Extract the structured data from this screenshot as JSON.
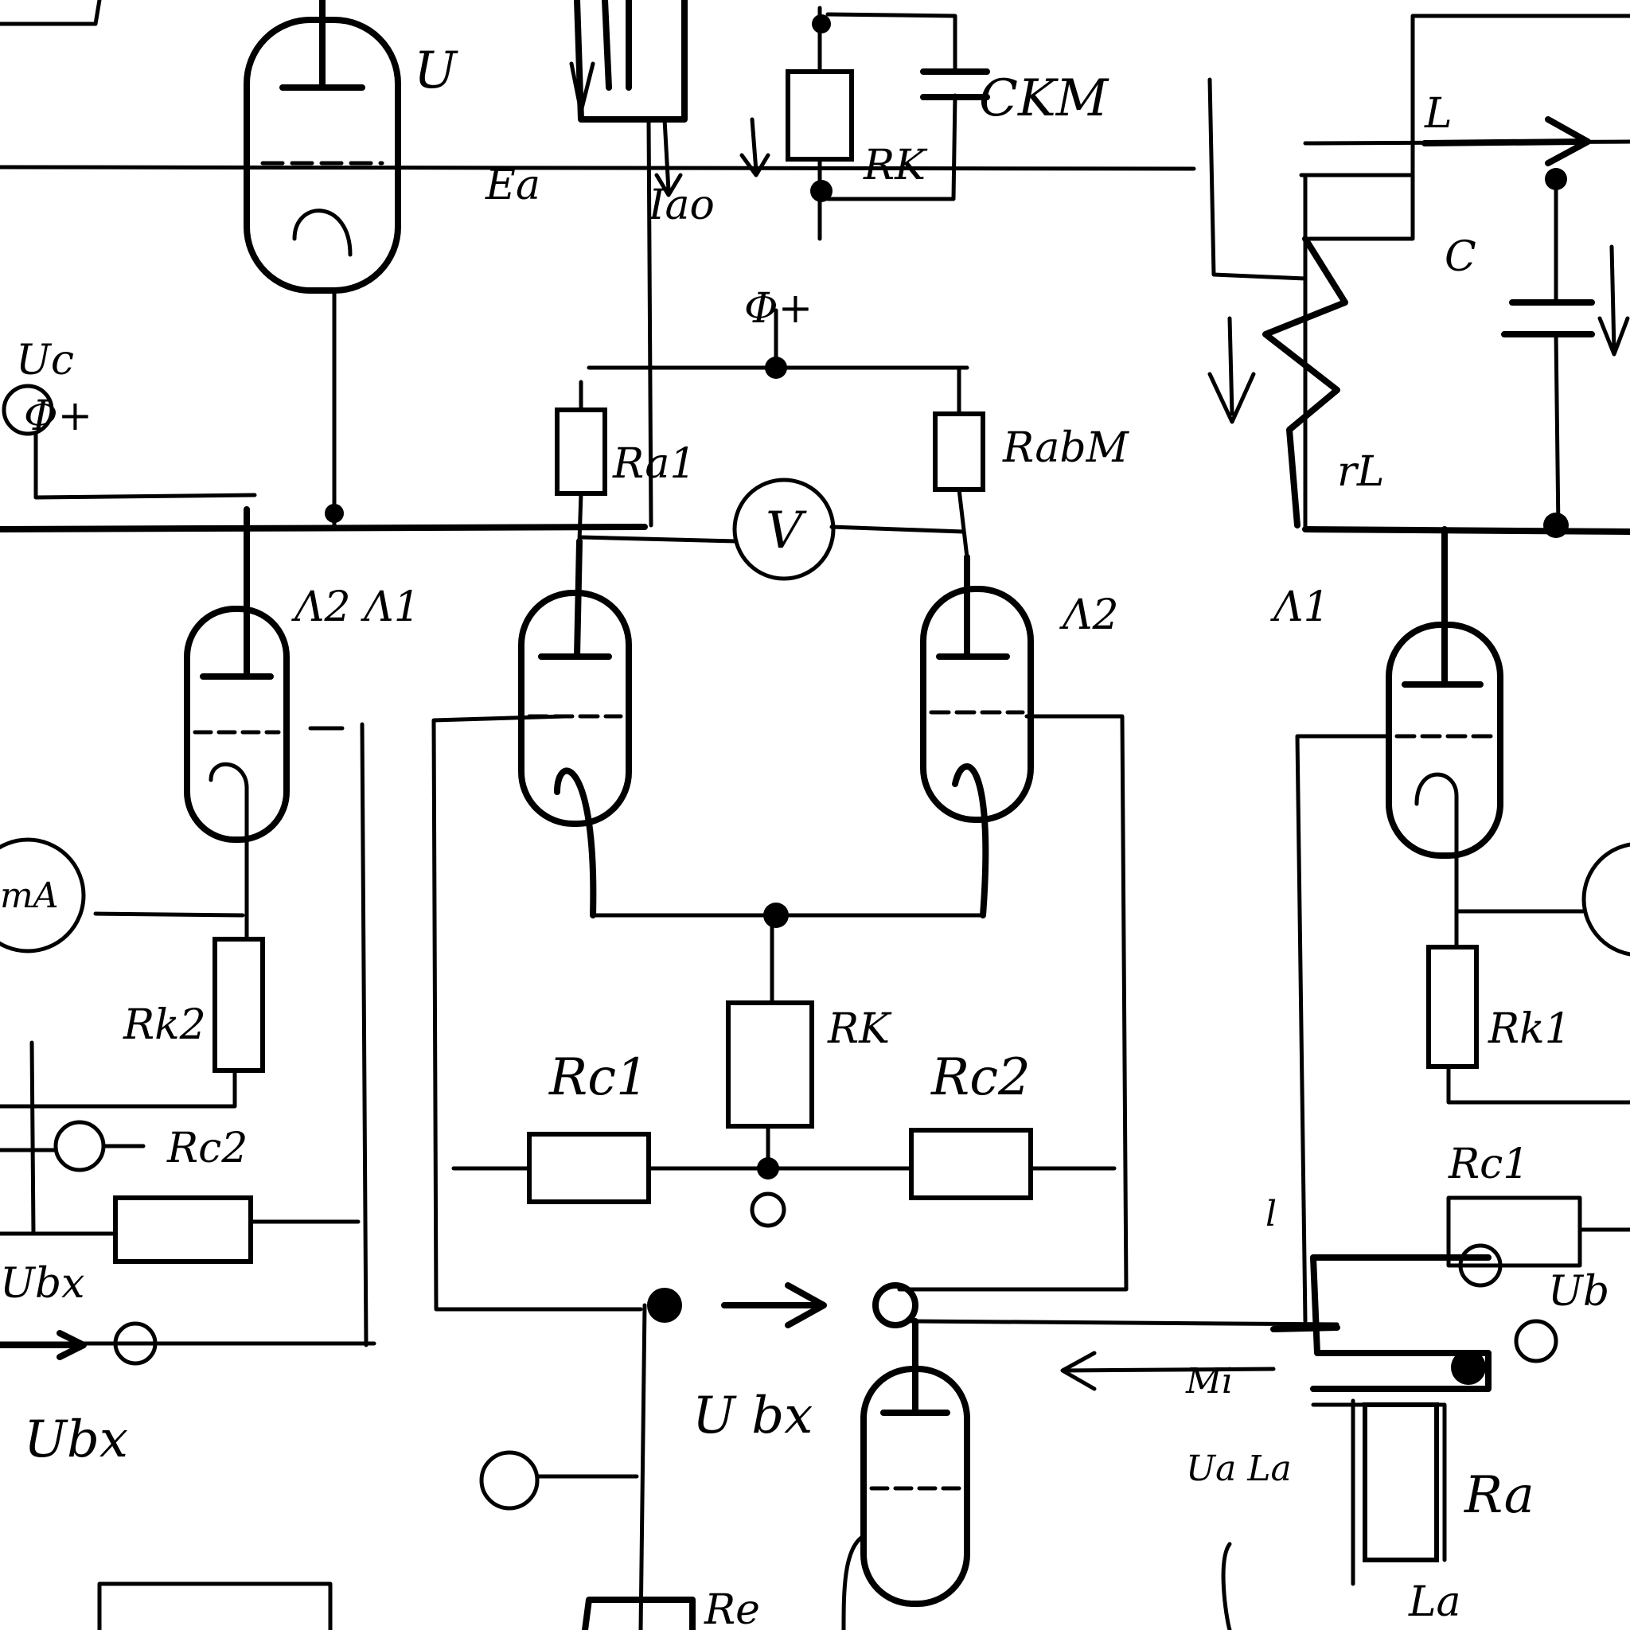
{
  "diagram": {
    "labels": {
      "ckm": "CKM",
      "rk_top": "RK",
      "ea": "Ea",
      "iao": "Iao",
      "phi_plus_top": "Φ+",
      "uc_left": "Uc",
      "phi_plus_left": "Φ+",
      "ra1": "Ra1",
      "radm": "RabM",
      "l_top": "L",
      "c_top": "C",
      "rl": "rL",
      "l2_l1": "Λ2 Λ1",
      "l2_center": "Λ2",
      "l1_right": "Λ1",
      "ma_left": "mA",
      "rk2": "Rk2",
      "rc2_left": "Rc2",
      "rc1_center": "Rc1",
      "rk_center": "RK",
      "rc2_center": "Rc2",
      "rk1_right": "Rk1",
      "rc1_right": "Rc1",
      "ubx_center": "U bx",
      "ubx_left": "Ubx",
      "ubx_left_top": "Ubx",
      "ub_right": "Ub",
      "ra_right": "Ra",
      "la_right": "La",
      "re_bottom": "Re",
      "l_right": "l",
      "mi_right": "Mi",
      "la_mid": "Ua\nLa",
      "voltmeter": "V",
      "u_top": "U"
    }
  }
}
